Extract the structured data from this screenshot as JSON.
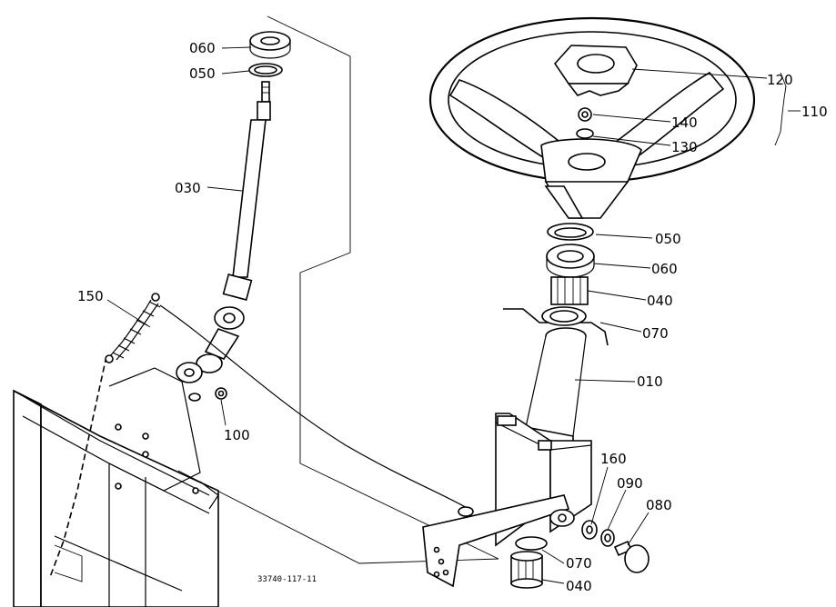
{
  "figure": {
    "reference_code": "33740-117-11",
    "callouts": [
      {
        "id": "c030",
        "label": "030"
      },
      {
        "id": "c050a",
        "label": "050"
      },
      {
        "id": "c060a",
        "label": "060"
      },
      {
        "id": "c150",
        "label": "150"
      },
      {
        "id": "c100",
        "label": "100"
      },
      {
        "id": "c120",
        "label": "120"
      },
      {
        "id": "c110",
        "label": "110"
      },
      {
        "id": "c140",
        "label": "140"
      },
      {
        "id": "c130",
        "label": "130"
      },
      {
        "id": "c050b",
        "label": "050"
      },
      {
        "id": "c060b",
        "label": "060"
      },
      {
        "id": "c040a",
        "label": "040"
      },
      {
        "id": "c070a",
        "label": "070"
      },
      {
        "id": "c010",
        "label": "010"
      },
      {
        "id": "c160",
        "label": "160"
      },
      {
        "id": "c090",
        "label": "090"
      },
      {
        "id": "c080",
        "label": "080"
      },
      {
        "id": "c070b",
        "label": "070"
      },
      {
        "id": "c040b",
        "label": "040"
      }
    ]
  }
}
